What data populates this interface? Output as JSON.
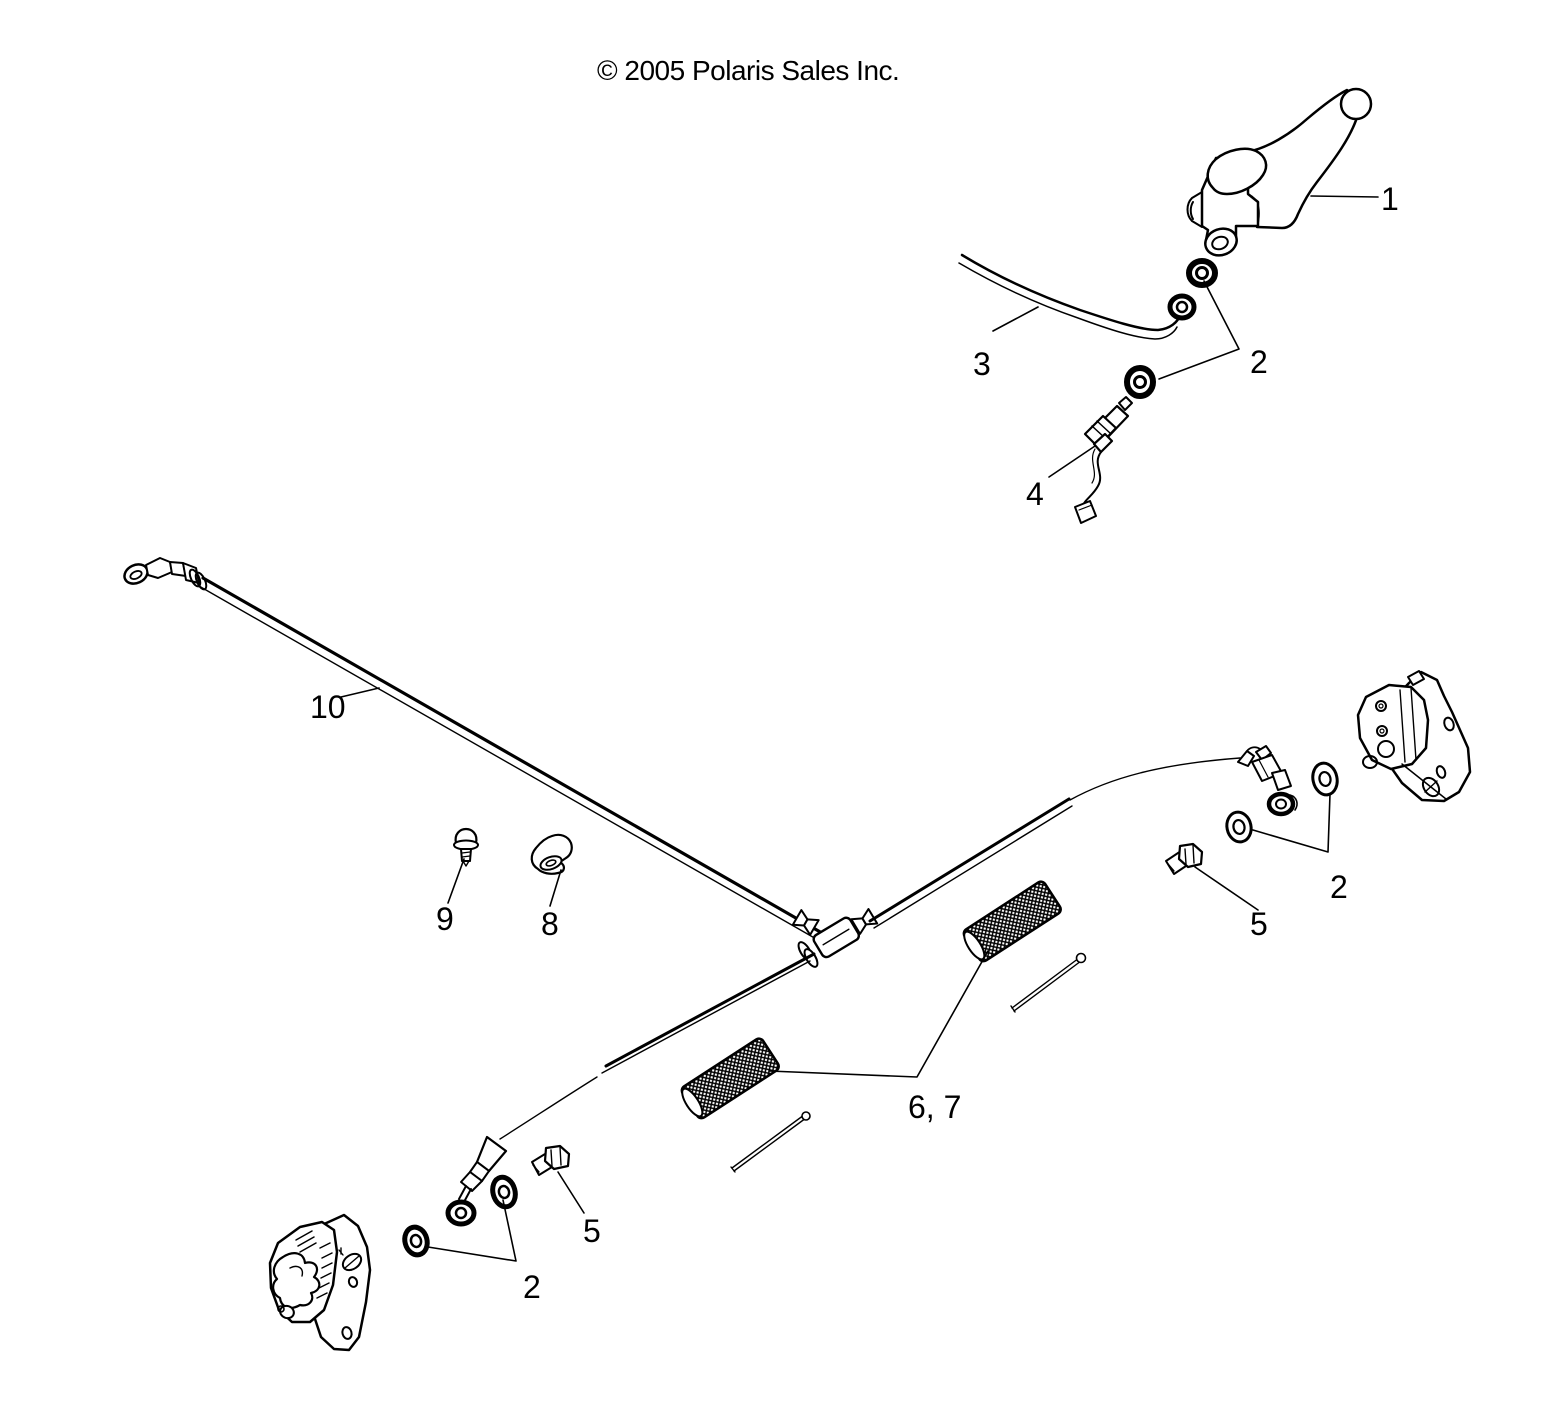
{
  "page": {
    "copyright": "© 2005 Polaris Sales Inc.",
    "background_color": "#ffffff",
    "line_color": "#000000"
  },
  "callouts": {
    "c1": "1",
    "c2_top": "2",
    "c3": "3",
    "c4": "4",
    "c5_right": "5",
    "c2_right": "2",
    "c6_7": "6, 7",
    "c8": "8",
    "c9": "9",
    "c10": "10",
    "c5_front": "5",
    "c2_front": "2"
  }
}
